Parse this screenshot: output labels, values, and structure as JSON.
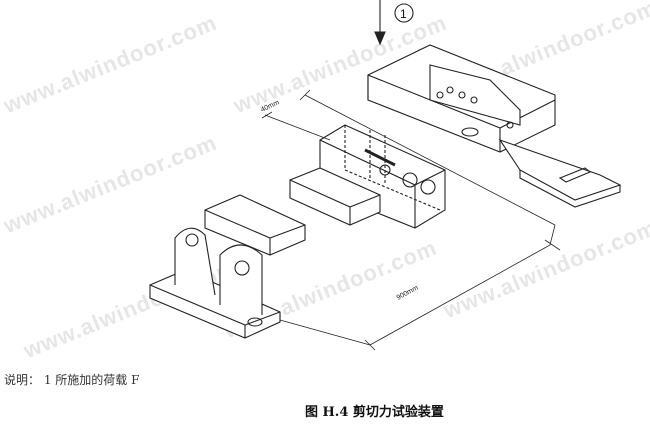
{
  "figure": {
    "callout_number": "1",
    "dimension_small": "40mm",
    "dimension_large": "900mm",
    "note": "说明：  1  所施加的荷载 F",
    "caption": "图 H.4  剪切力试验装置"
  },
  "watermark": "www.alwindoor.com"
}
